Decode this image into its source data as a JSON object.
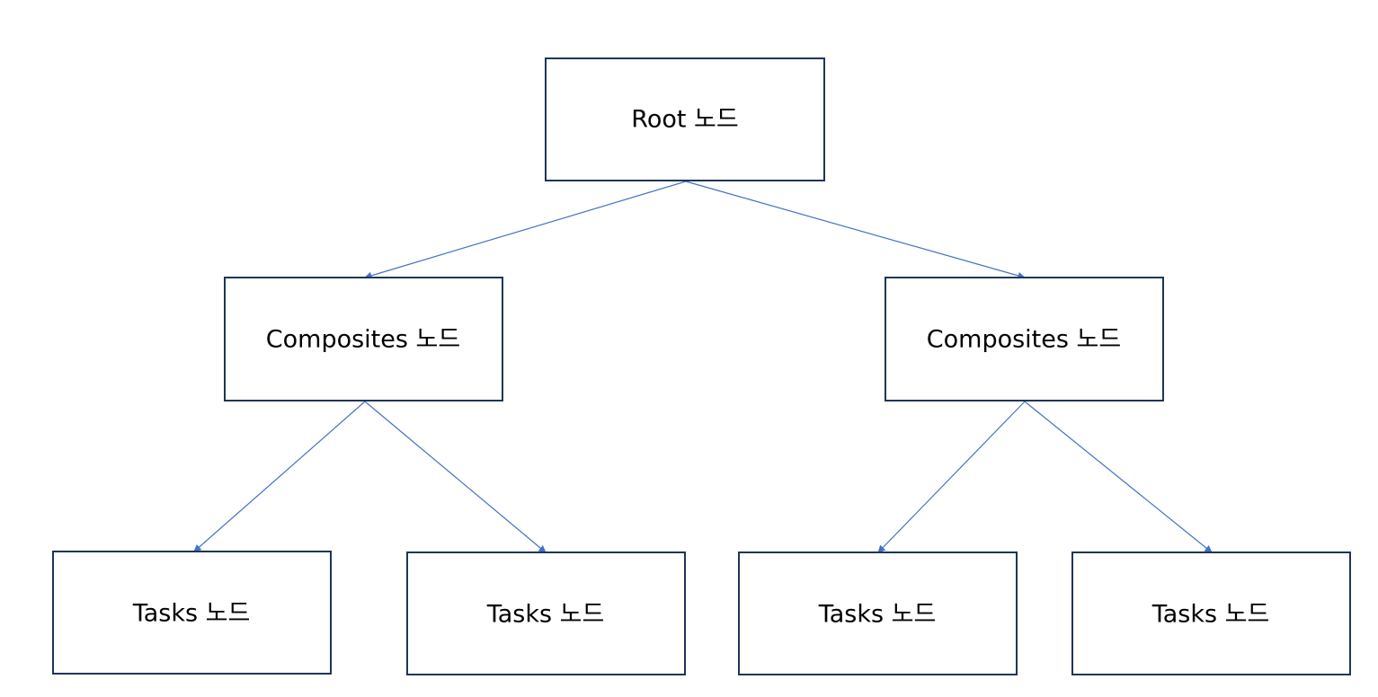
{
  "diagram": {
    "type": "tree",
    "colors": {
      "node_border": "#1f3556",
      "edge": "#4472c4",
      "background": "#ffffff"
    },
    "nodes": {
      "root": {
        "label": "Root 노드"
      },
      "composite_left": {
        "label": "Composites 노드"
      },
      "composite_right": {
        "label": "Composites 노드"
      },
      "task_1": {
        "label": "Tasks 노드"
      },
      "task_2": {
        "label": "Tasks 노드"
      },
      "task_3": {
        "label": "Tasks 노드"
      },
      "task_4": {
        "label": "Tasks 노드"
      }
    },
    "edges": [
      {
        "from": "root",
        "to": "composite_left"
      },
      {
        "from": "root",
        "to": "composite_right"
      },
      {
        "from": "composite_left",
        "to": "task_1"
      },
      {
        "from": "composite_left",
        "to": "task_2"
      },
      {
        "from": "composite_right",
        "to": "task_3"
      },
      {
        "from": "composite_right",
        "to": "task_4"
      }
    ]
  }
}
